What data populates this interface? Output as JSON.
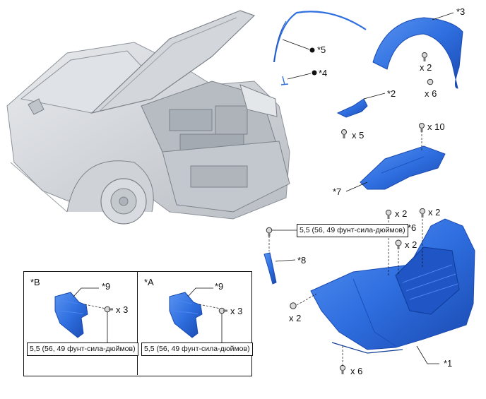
{
  "callouts": {
    "c1": "*1",
    "c2": "*2",
    "c3": "*3",
    "c4": "*4",
    "c5": "*5",
    "c6": "*6",
    "c7": "*7",
    "c8": "*8",
    "c9b": "*9",
    "c9a": "*9"
  },
  "inset_titles": {
    "b": "*B",
    "a": "*A"
  },
  "quantities": {
    "q_fender_x2": "x 2",
    "q_fender_x6": "x 6",
    "q_bracket_x5": "x 5",
    "q_cover_x10": "x 10",
    "q_top_x2a": "x 2",
    "q_top_x2b": "x 2",
    "q_mid_x2": "x 2",
    "q_side_x2": "x 2",
    "q_bottom_x6": "x 6",
    "q_insetb_x3": "x 3",
    "q_inseta_x3": "x 3"
  },
  "torque": {
    "main": "5,5 (56, 49 фунт-сила-дюймов)",
    "inset_b": "5,5 (56, 49 фунт-сила-дюймов)",
    "inset_a": "5,5 (56, 49 фунт-сила-дюймов)"
  },
  "colors": {
    "part_blue": "#2f6fe0",
    "part_blue_dark": "#1c4fb8",
    "car_gray": "#c9cdd2",
    "line": "#111111"
  }
}
